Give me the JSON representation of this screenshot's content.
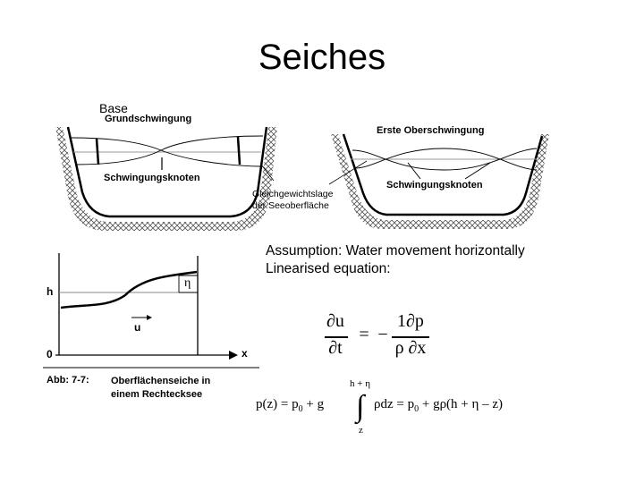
{
  "slide": {
    "title": "Seiches"
  },
  "basins": {
    "base_label": "Base",
    "left_title": "Grundschwingung",
    "left_node_label": "Schwingungsknoten",
    "right_title": "Erste Oberschwingung",
    "right_node_label": "Schwingungsknoten",
    "equilibrium_label_line1": "Gleichgewichtslage",
    "equilibrium_label_line2": "der Seeoberfläche"
  },
  "tank": {
    "h_label": "h",
    "zero_label": "0",
    "x_label": "x",
    "u_label": "u",
    "eta_label": "η",
    "caption_number": "Abb: 7-7:",
    "caption_line1": "Oberflächenseiche in",
    "caption_line2": "einem Rechtecksee"
  },
  "text": {
    "assumption": "Assumption: Water movement horizontally",
    "linearised": "Linearised equation:"
  },
  "equation1": {
    "lhs_num": "∂u",
    "lhs_den": "∂t",
    "equals": "=",
    "minus": "−",
    "rhs_num": "1∂p",
    "rhs_den": "ρ ∂x"
  },
  "equation2": {
    "upper_limit": "h + η",
    "lower_limit": "z",
    "integral": "∫",
    "lhs": "p(z) = p",
    "p0_sub": "0",
    "mid": "+ g",
    "integrand": "ρdz = p",
    "p0_sub2": "0",
    "rhs": "+ gρ(h + η – z)"
  }
}
